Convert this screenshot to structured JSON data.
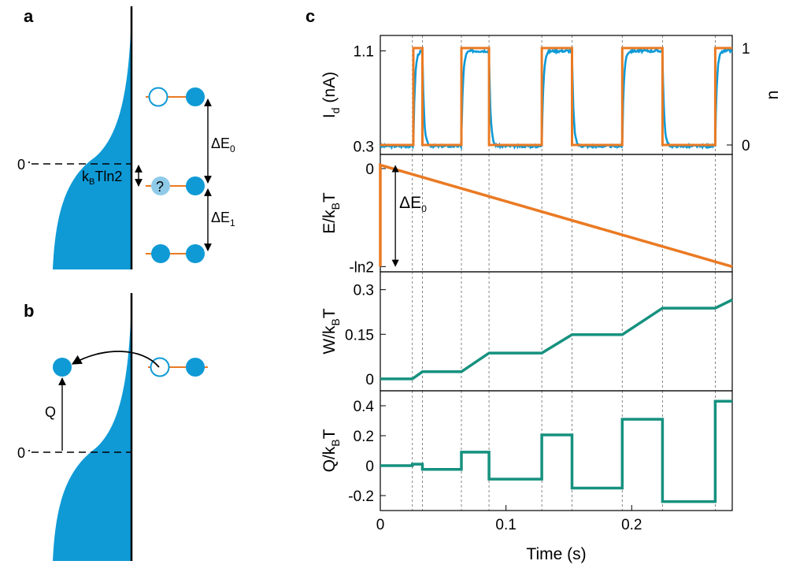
{
  "panels": {
    "a": "a",
    "b": "b",
    "c": "c"
  },
  "colors": {
    "blue": "#0f9ad6",
    "orange": "#ea7a23",
    "teal": "#16917f",
    "light_blue": "#8fcbe8"
  },
  "diagram_a": {
    "zero_label": "0",
    "kT_label": "k",
    "kT_sub": "B",
    "kT_rest": "Tln2",
    "question_mark": "?",
    "dE0": "ΔE",
    "dE0_sub": "0",
    "dE1": "ΔE",
    "dE1_sub": "1"
  },
  "diagram_b": {
    "zero_label": "0",
    "q_label": "Q"
  },
  "chart_data": {
    "type": "line",
    "x_range": [
      0,
      0.28
    ],
    "x_ticks": [
      "0",
      "0.1",
      "0.2"
    ],
    "xlabel": "Time (s)",
    "switch_times": [
      0.0255,
      0.0335,
      0.0645,
      0.0865,
      0.1285,
      0.1525,
      0.1925,
      0.2245,
      0.2665
    ],
    "subplots": [
      {
        "id": "Id",
        "ylabel_main": "I",
        "ylabel_sub": "d",
        "ylabel_rest": " (nA)",
        "ylim": [
          0.23,
          1.23
        ],
        "y_ticks": [
          "0.3",
          "1.1"
        ],
        "right_ylabel": "n",
        "right_ticks": [
          "0",
          "1"
        ],
        "series": [
          {
            "color": "blue",
            "low": 0.3,
            "high": 1.1
          },
          {
            "color": "orange",
            "low": 0,
            "high": 1
          }
        ]
      },
      {
        "id": "E",
        "ylabel_main": "E/k",
        "ylabel_sub": "B",
        "ylabel_rest": "T",
        "ylim": [
          -0.73,
          0.1
        ],
        "y_ticks": [
          "0",
          "-ln2"
        ],
        "line": {
          "x": [
            0,
            0,
            0.28
          ],
          "y": [
            -0.693,
            0.025,
            -0.693
          ]
        },
        "annotation": {
          "text": "ΔE",
          "sub": "0"
        }
      },
      {
        "id": "W",
        "ylabel_main": "W/k",
        "ylabel_sub": "B",
        "ylabel_rest": "T",
        "ylim": [
          -0.04,
          0.36
        ],
        "y_ticks": [
          "0",
          "0.15",
          "0.3"
        ],
        "line": {
          "x": [
            0,
            0.0255,
            0.0335,
            0.0645,
            0.0865,
            0.1285,
            0.1525,
            0.1925,
            0.2245,
            0.2665,
            0.28
          ],
          "y": [
            0,
            0,
            0.024,
            0.024,
            0.087,
            0.087,
            0.149,
            0.149,
            0.238,
            0.238,
            0.266
          ]
        }
      },
      {
        "id": "Q",
        "ylabel_main": "Q/k",
        "ylabel_sub": "B",
        "ylabel_rest": "T",
        "ylim": [
          -0.3,
          0.5
        ],
        "y_ticks": [
          "0.4",
          "0.2",
          "0",
          "-0.2"
        ],
        "line": {
          "x": [
            0,
            0.0255,
            0.0255,
            0.0335,
            0.0335,
            0.0645,
            0.0645,
            0.0865,
            0.0865,
            0.1285,
            0.1285,
            0.1525,
            0.1525,
            0.1925,
            0.1925,
            0.2245,
            0.2245,
            0.2665,
            0.2665,
            0.28
          ],
          "y": [
            0,
            0,
            0.01,
            0.01,
            -0.025,
            -0.025,
            0.09,
            0.09,
            -0.09,
            -0.09,
            0.205,
            0.205,
            -0.15,
            -0.15,
            0.31,
            0.31,
            -0.24,
            -0.24,
            0.43,
            0.43
          ]
        }
      }
    ]
  }
}
